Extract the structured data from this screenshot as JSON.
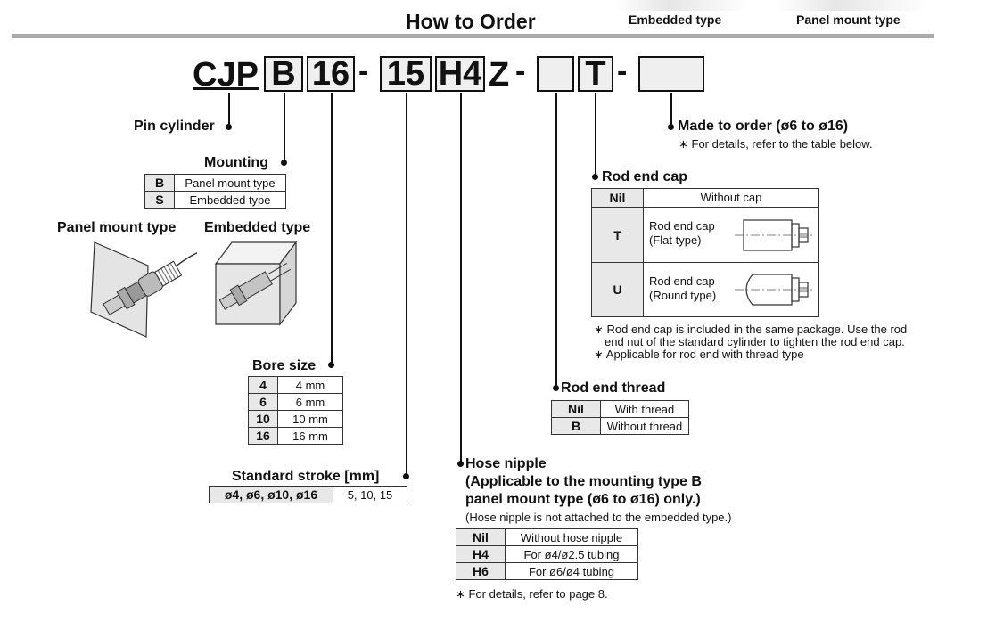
{
  "header": {
    "title": "How to Order",
    "tab_embedded": "Embedded type",
    "tab_panel": "Panel mount type"
  },
  "code": {
    "prefix": "CJP",
    "mounting": "B",
    "bore": "16",
    "dash": "-",
    "stroke": "15",
    "nipple": "H4",
    "z": "Z",
    "rod_thread": "",
    "rod_cap": "T",
    "made_to_order": ""
  },
  "pin_cylinder": {
    "label": "Pin cylinder"
  },
  "mounting": {
    "label": "Mounting",
    "rows": [
      {
        "key": "B",
        "value": "Panel mount type"
      },
      {
        "key": "S",
        "value": "Embedded type"
      }
    ]
  },
  "illustrations": {
    "panel_label": "Panel mount type",
    "embedded_label": "Embedded type"
  },
  "bore_size": {
    "label": "Bore size",
    "rows": [
      {
        "key": "4",
        "value": "4 mm"
      },
      {
        "key": "6",
        "value": "6 mm"
      },
      {
        "key": "10",
        "value": "10 mm"
      },
      {
        "key": "16",
        "value": "16 mm"
      }
    ]
  },
  "standard_stroke": {
    "label": "Standard stroke [mm]",
    "key": "ø4, ø6, ø10, ø16",
    "value": "5, 10, 15"
  },
  "hose_nipple": {
    "label_line1": "Hose nipple",
    "label_line2": "(Applicable to the mounting type B",
    "label_line3": "panel mount type (ø6 to ø16) only.)",
    "note": "(Hose nipple is not attached to the embedded type.)",
    "rows": [
      {
        "key": "Nil",
        "value": "Without hose nipple"
      },
      {
        "key": "H4",
        "value": "For ø4/ø2.5 tubing"
      },
      {
        "key": "H6",
        "value": "For ø6/ø4 tubing"
      }
    ],
    "footnote": "∗ For details, refer to page 8."
  },
  "rod_end_thread": {
    "label": "Rod end thread",
    "rows": [
      {
        "key": "Nil",
        "value": "With thread"
      },
      {
        "key": "B",
        "value": "Without thread"
      }
    ]
  },
  "rod_end_cap": {
    "label": "Rod end cap",
    "header_key": "Nil",
    "header_value": "Without cap",
    "rows": [
      {
        "key": "T",
        "line1": "Rod end cap",
        "line2": "(Flat type)"
      },
      {
        "key": "U",
        "line1": "Rod end cap",
        "line2": "(Round type)"
      }
    ],
    "notes": [
      "∗ Rod end cap is included in the same package. Use the rod",
      "end nut of the standard cylinder to tighten the rod end cap.",
      "∗ Applicable for rod end with thread type"
    ]
  },
  "made_to_order": {
    "label": "Made to order (ø6 to ø16)",
    "note": "∗ For details, refer to the table below."
  }
}
